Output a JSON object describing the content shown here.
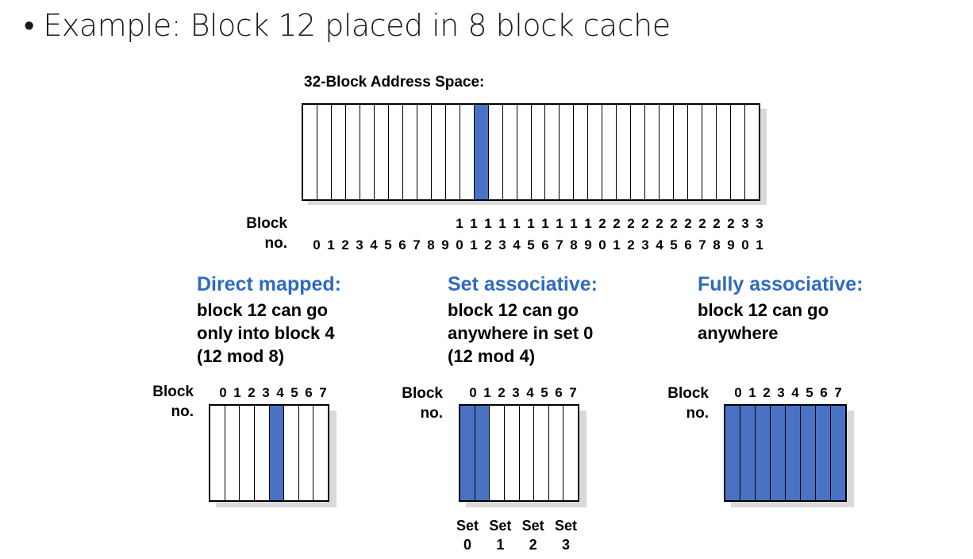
{
  "title": "• Example: Block 12 placed in 8 block cache",
  "address_space": {
    "label": "32-Block Address Space:",
    "block_count": 32,
    "highlighted": [
      12
    ],
    "block_label_line1": "Block",
    "block_label_line2": "no.",
    "tens_row": [
      "",
      "",
      "",
      "",
      "",
      "",
      "",
      "",
      "",
      "",
      "1",
      "1",
      "1",
      "1",
      "1",
      "1",
      "1",
      "1",
      "1",
      "1",
      "2",
      "2",
      "2",
      "2",
      "2",
      "2",
      "2",
      "2",
      "2",
      "2",
      "3",
      "3"
    ],
    "ones_row": [
      "0",
      "1",
      "2",
      "3",
      "4",
      "5",
      "6",
      "7",
      "8",
      "9",
      "0",
      "1",
      "2",
      "3",
      "4",
      "5",
      "6",
      "7",
      "8",
      "9",
      "0",
      "1",
      "2",
      "3",
      "4",
      "5",
      "6",
      "7",
      "8",
      "9",
      "0",
      "1"
    ]
  },
  "panels": [
    {
      "heading": "Direct mapped:",
      "desc_lines": [
        "block 12 can go",
        "only into block 4",
        "(12 mod 8)"
      ],
      "block_label_line1": "Block",
      "block_label_line2": "no.",
      "numbers": [
        "0",
        "1",
        "2",
        "3",
        "4",
        "5",
        "6",
        "7"
      ],
      "highlighted": [
        4
      ]
    },
    {
      "heading": "Set associative:",
      "desc_lines": [
        "block 12 can go",
        "anywhere in set 0",
        "(12 mod 4)"
      ],
      "block_label_line1": "Block",
      "block_label_line2": "no.",
      "numbers": [
        "0",
        "1",
        "2",
        "3",
        "4",
        "5",
        "6",
        "7"
      ],
      "highlighted": [
        0,
        1
      ],
      "set_labels": [
        {
          "line1": "Set",
          "line2": "0"
        },
        {
          "line1": "Set",
          "line2": "1"
        },
        {
          "line1": "Set",
          "line2": "2"
        },
        {
          "line1": "Set",
          "line2": "3"
        }
      ]
    },
    {
      "heading": "Fully associative:",
      "desc_lines": [
        "block 12 can go",
        "anywhere"
      ],
      "block_label_line1": "Block",
      "block_label_line2": "no.",
      "numbers": [
        "0",
        "1",
        "2",
        "3",
        "4",
        "5",
        "6",
        "7"
      ],
      "highlighted": [
        0,
        1,
        2,
        3,
        4,
        5,
        6,
        7
      ]
    }
  ],
  "colors": {
    "highlight": "#4a72c4",
    "heading": "#2f6bbf",
    "shadow": "#d9d9d9"
  }
}
